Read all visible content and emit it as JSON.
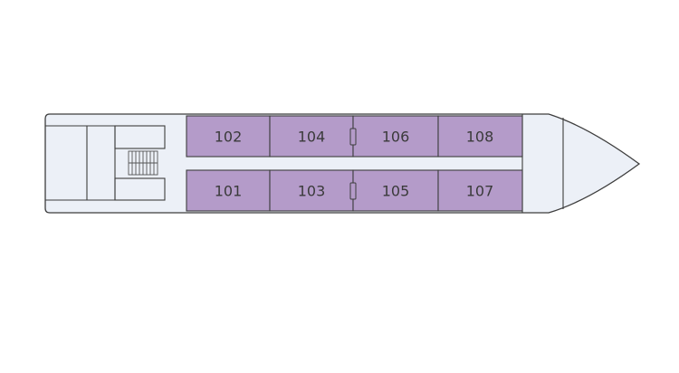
{
  "deck_plan": {
    "colors": {
      "hull_fill": "#ecf0f7",
      "hull_stroke": "#3d3d3d",
      "cabin_fill": "#b49bc9",
      "stairs_stroke": "#555555"
    },
    "cabins_top": [
      {
        "number": "102"
      },
      {
        "number": "104"
      },
      {
        "number": "106"
      },
      {
        "number": "108"
      }
    ],
    "cabins_bottom": [
      {
        "number": "101"
      },
      {
        "number": "103"
      },
      {
        "number": "105"
      },
      {
        "number": "107"
      }
    ]
  }
}
